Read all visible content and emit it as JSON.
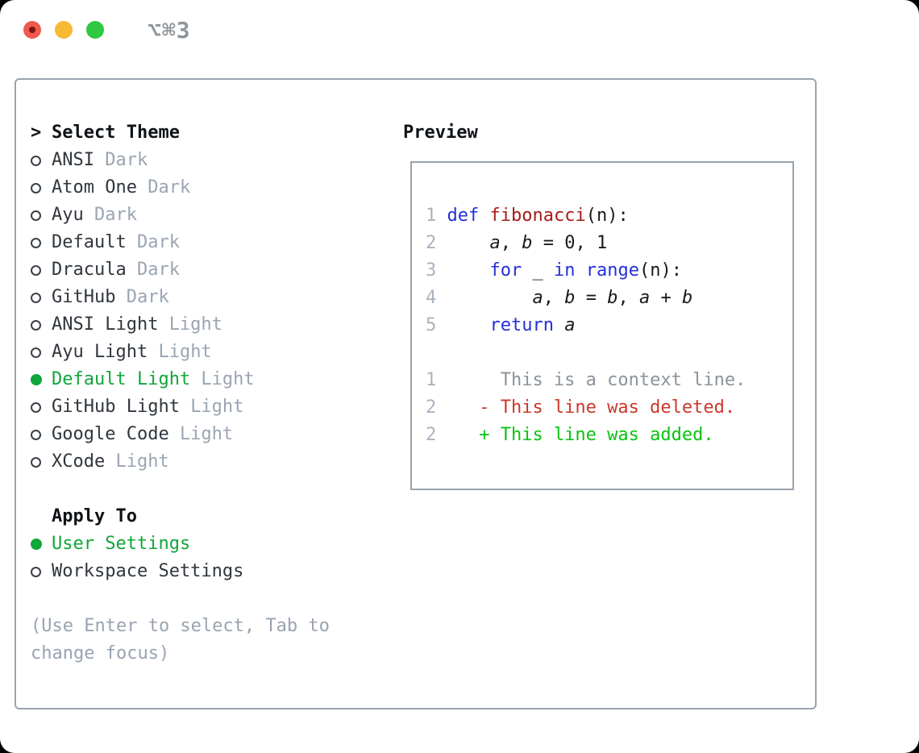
{
  "window": {
    "title": "⌥⌘3"
  },
  "theme_selector": {
    "heading_marker": ">",
    "heading": "Select Theme",
    "items": [
      {
        "name": "ANSI",
        "tag": "Dark",
        "selected": false
      },
      {
        "name": "Atom One",
        "tag": "Dark",
        "selected": false
      },
      {
        "name": "Ayu",
        "tag": "Dark",
        "selected": false
      },
      {
        "name": "Default",
        "tag": "Dark",
        "selected": false
      },
      {
        "name": "Dracula",
        "tag": "Dark",
        "selected": false
      },
      {
        "name": "GitHub",
        "tag": "Dark",
        "selected": false
      },
      {
        "name": "ANSI Light",
        "tag": "Light",
        "selected": false
      },
      {
        "name": "Ayu Light",
        "tag": "Light",
        "selected": false
      },
      {
        "name": "Default Light",
        "tag": "Light",
        "selected": true
      },
      {
        "name": "GitHub Light",
        "tag": "Light",
        "selected": false
      },
      {
        "name": "Google Code",
        "tag": "Light",
        "selected": false
      },
      {
        "name": "XCode",
        "tag": "Light",
        "selected": false
      }
    ]
  },
  "apply_to": {
    "heading": "Apply To",
    "options": [
      {
        "name": "User Settings",
        "selected": true
      },
      {
        "name": "Workspace Settings",
        "selected": false
      }
    ]
  },
  "hint": "(Use Enter to select, Tab to change focus)",
  "preview": {
    "heading": "Preview",
    "lines": [
      {
        "num": "1",
        "kind": "code",
        "segments": [
          {
            "t": "def",
            "c": "kw"
          },
          {
            "t": " ",
            "c": "pl"
          },
          {
            "t": "fibonacci",
            "c": "fn"
          },
          {
            "t": "(n):",
            "c": "pl"
          }
        ]
      },
      {
        "num": "2",
        "kind": "code",
        "segments": [
          {
            "t": "    ",
            "c": "pl"
          },
          {
            "t": "a",
            "c": "var"
          },
          {
            "t": ", ",
            "c": "pl"
          },
          {
            "t": "b",
            "c": "var"
          },
          {
            "t": " = 0, 1",
            "c": "pl"
          }
        ]
      },
      {
        "num": "3",
        "kind": "code",
        "segments": [
          {
            "t": "    ",
            "c": "pl"
          },
          {
            "t": "for",
            "c": "kw"
          },
          {
            "t": " _ ",
            "c": "pl"
          },
          {
            "t": "in",
            "c": "kw"
          },
          {
            "t": " ",
            "c": "pl"
          },
          {
            "t": "range",
            "c": "kw"
          },
          {
            "t": "(n):",
            "c": "pl"
          }
        ]
      },
      {
        "num": "4",
        "kind": "code",
        "segments": [
          {
            "t": "        ",
            "c": "pl"
          },
          {
            "t": "a",
            "c": "var"
          },
          {
            "t": ", ",
            "c": "pl"
          },
          {
            "t": "b",
            "c": "var"
          },
          {
            "t": " = ",
            "c": "pl"
          },
          {
            "t": "b",
            "c": "var"
          },
          {
            "t": ", ",
            "c": "pl"
          },
          {
            "t": "a",
            "c": "var"
          },
          {
            "t": " + ",
            "c": "pl"
          },
          {
            "t": "b",
            "c": "var"
          }
        ]
      },
      {
        "num": "5",
        "kind": "code",
        "segments": [
          {
            "t": "    ",
            "c": "pl"
          },
          {
            "t": "return",
            "c": "kw"
          },
          {
            "t": " ",
            "c": "pl"
          },
          {
            "t": "a",
            "c": "var"
          }
        ]
      },
      {
        "num": "",
        "kind": "blank",
        "segments": []
      },
      {
        "num": "1",
        "kind": "context",
        "segments": [
          {
            "t": "     This is a context line.",
            "c": "ctx"
          }
        ]
      },
      {
        "num": "2",
        "kind": "deleted",
        "segments": [
          {
            "t": "   - This line was deleted.",
            "c": "del"
          }
        ]
      },
      {
        "num": "2",
        "kind": "added",
        "segments": [
          {
            "t": "   + This line was added.",
            "c": "add"
          }
        ]
      }
    ]
  },
  "colors": {
    "border": "#9aa3ad",
    "ink": "#0f1317",
    "item": "#30363d",
    "muted": "#9aa5b2",
    "hint": "#99a3b1",
    "accent_green": "#10a63a",
    "add_green": "#09c30f",
    "del_red": "#c9392b",
    "kw_blue": "#2430d8",
    "fn_red": "#a31d18",
    "plain": "#17191d",
    "ctx": "#8b939c",
    "num": "#a9b3bf",
    "title_gray": "#8f959b",
    "tl_red": "#ef5a50",
    "tl_red_dot": "#7d150e",
    "tl_yellow": "#f7b931",
    "tl_green": "#2fc841"
  }
}
